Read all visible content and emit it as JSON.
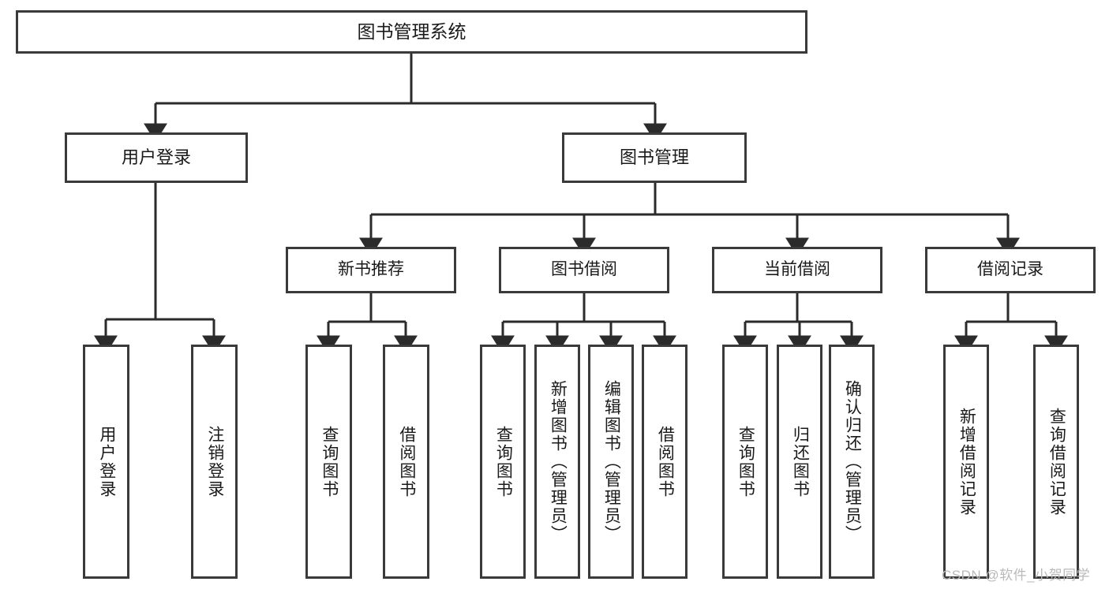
{
  "diagram": {
    "title": "图书管理系统",
    "watermark": "CSDN @软件_小贺同学",
    "colors": {
      "box_border": "#3a3a3a",
      "line": "#2b2b2b",
      "background": "#ffffff",
      "text": "#1a1a1a",
      "watermark": "#b9b9b9"
    },
    "root": {
      "label": "图书管理系统"
    },
    "level2": [
      {
        "label": "用户登录"
      },
      {
        "label": "图书管理"
      }
    ],
    "level3": [
      {
        "label": "新书推荐"
      },
      {
        "label": "图书借阅"
      },
      {
        "label": "当前借阅"
      },
      {
        "label": "借阅记录"
      }
    ],
    "leaves": [
      {
        "label": "用户登录"
      },
      {
        "label": "注销登录"
      },
      {
        "label": "查询图书"
      },
      {
        "label": "借阅图书"
      },
      {
        "label": "查询图书"
      },
      {
        "label": "新增图书（管理员）"
      },
      {
        "label": "编辑图书（管理员）"
      },
      {
        "label": "借阅图书"
      },
      {
        "label": "查询图书"
      },
      {
        "label": "归还图书"
      },
      {
        "label": "确认归还（管理员）"
      },
      {
        "label": "新增借阅记录"
      },
      {
        "label": "查询借阅记录"
      }
    ]
  }
}
